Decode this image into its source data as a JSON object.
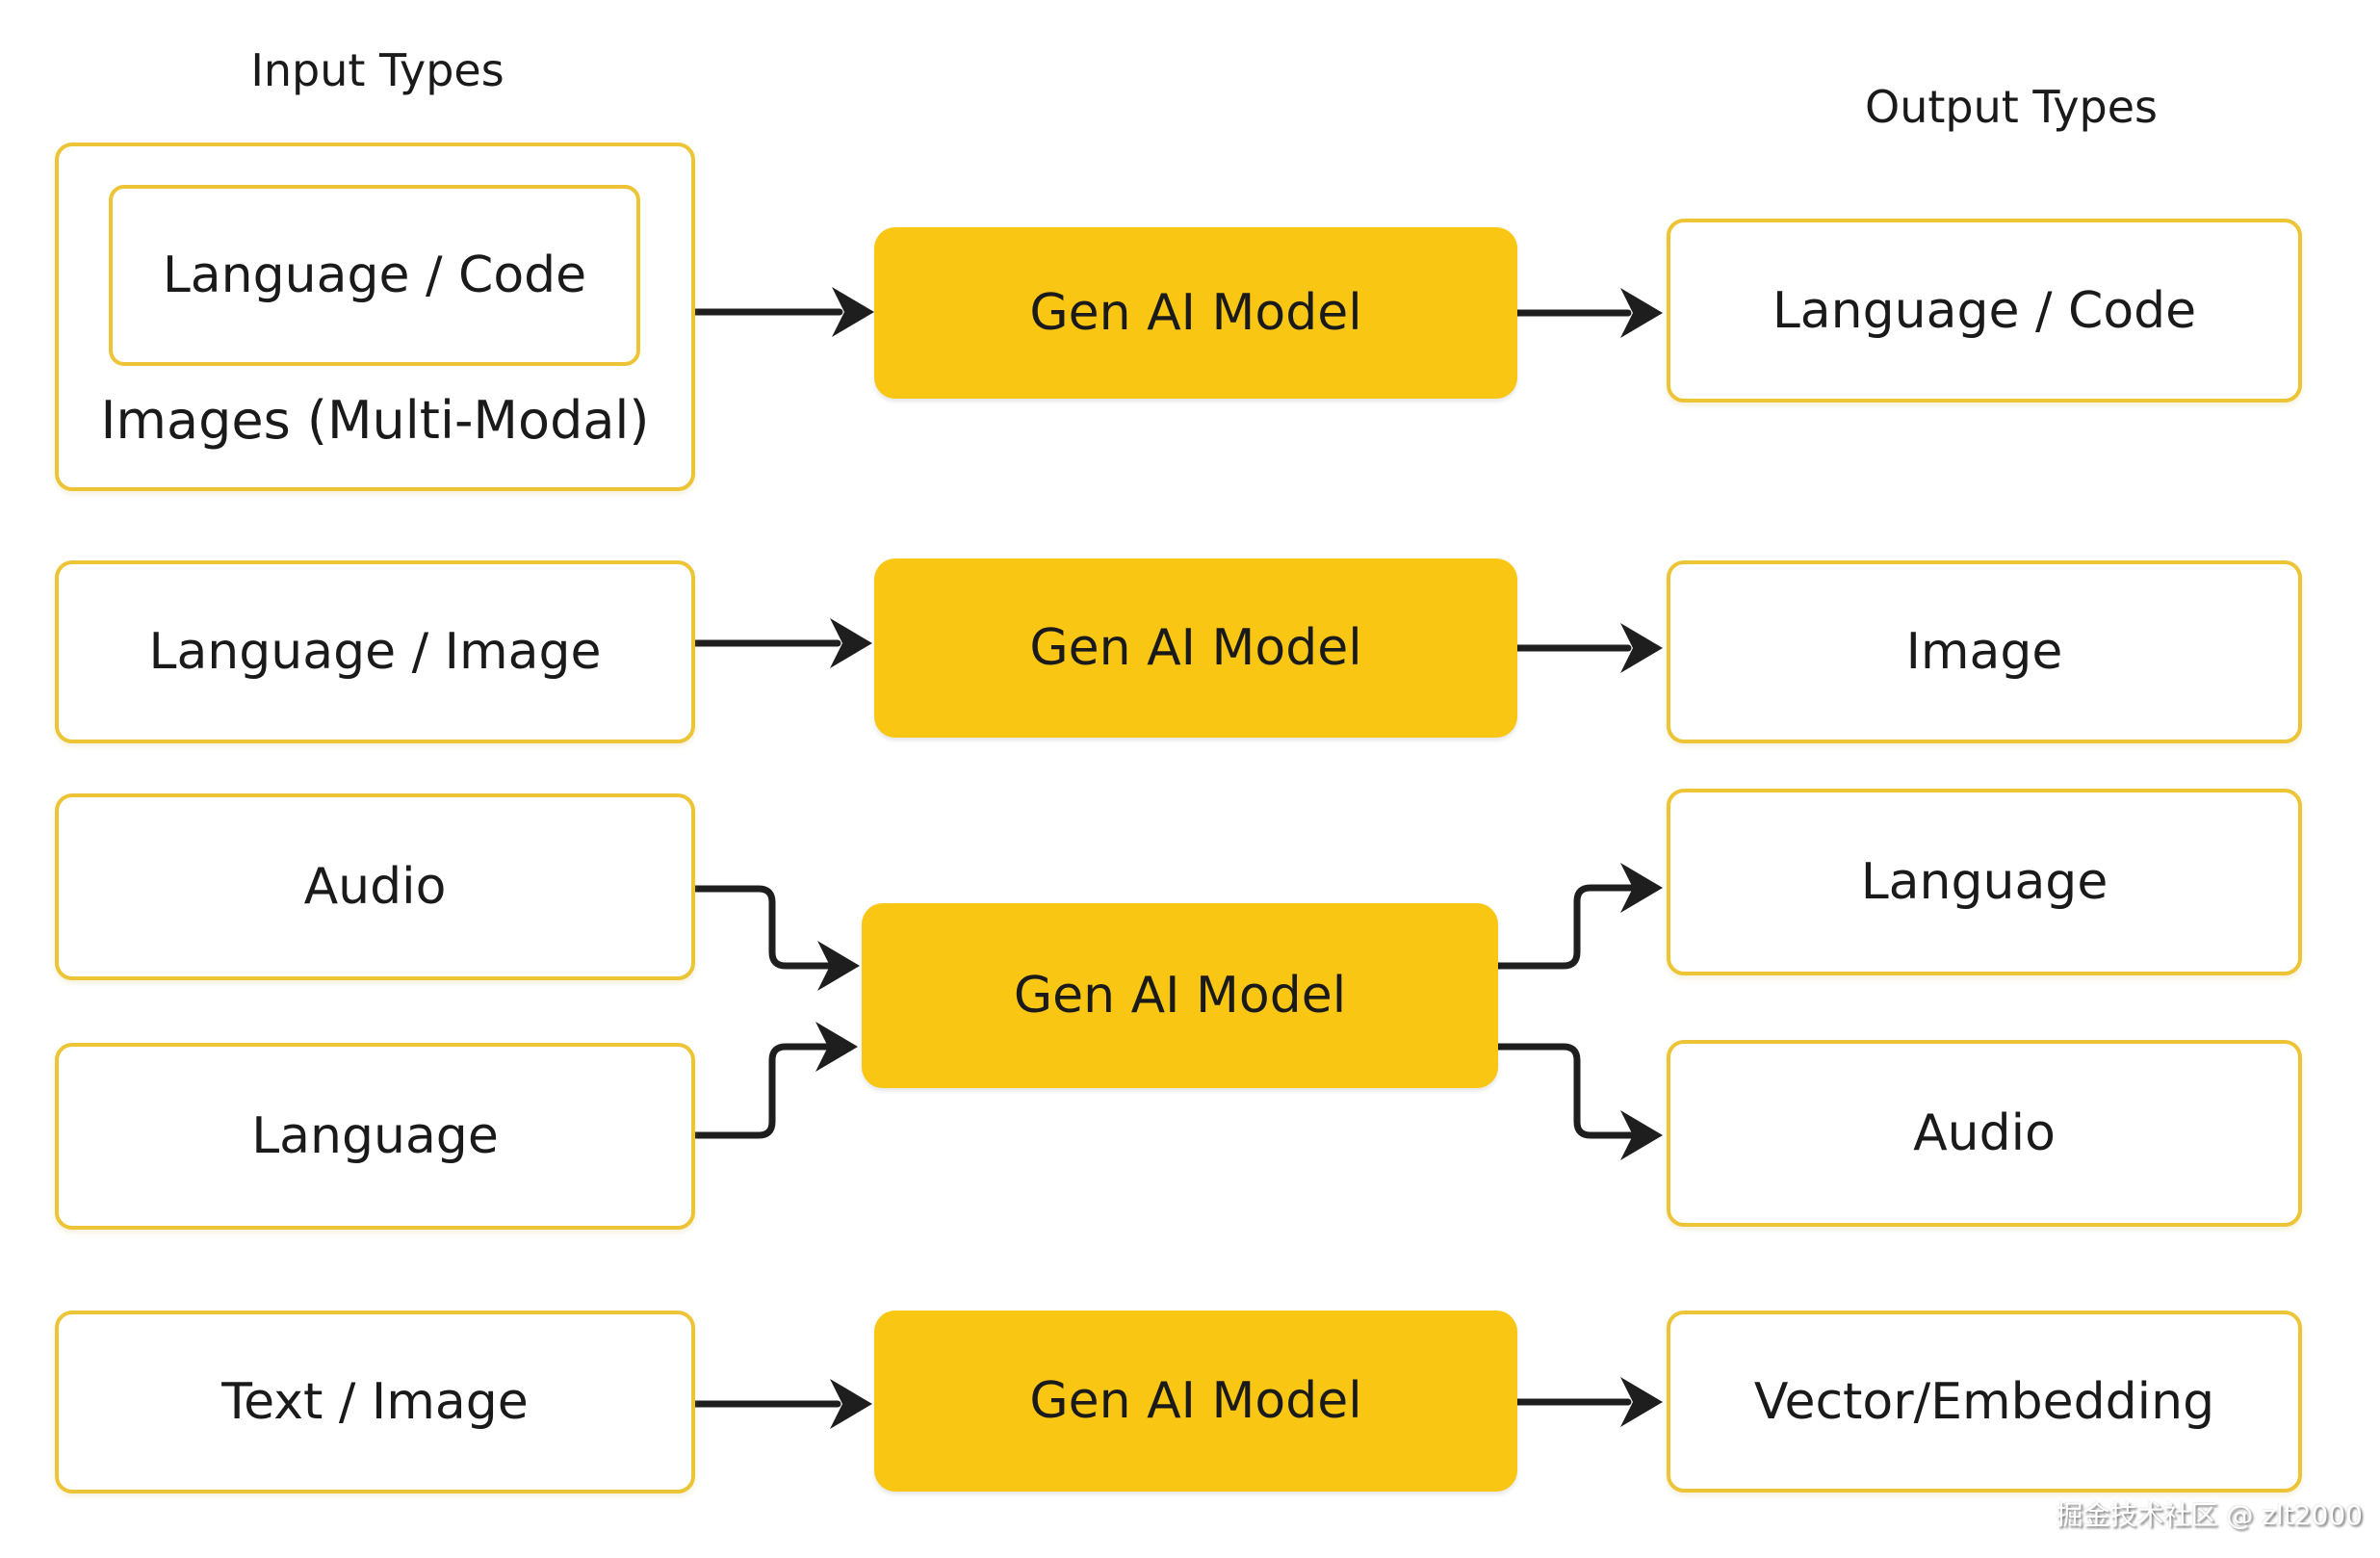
{
  "titles": {
    "input": "Input Types",
    "output": "Output Types"
  },
  "rows": [
    {
      "input_primary": "Language / Code",
      "input_secondary": "Images (Multi-Modal)",
      "model": "Gen AI Model",
      "output": "Language / Code"
    },
    {
      "input": "Language / Image",
      "model": "Gen AI Model",
      "output": "Image"
    },
    {
      "inputs": [
        "Audio",
        "Language"
      ],
      "model": "Gen AI Model",
      "outputs": [
        "Language",
        "Audio"
      ]
    },
    {
      "input": "Text / Image",
      "model": "Gen AI Model",
      "output": "Vector/Embedding"
    }
  ],
  "watermark": "掘金技术社区 @ zlt2000",
  "colors": {
    "model_fill": "#F8C613",
    "box_border": "#EDC435",
    "arrow": "#1E1E1E",
    "text": "#1A1A1A",
    "background": "#FFFFFF"
  }
}
